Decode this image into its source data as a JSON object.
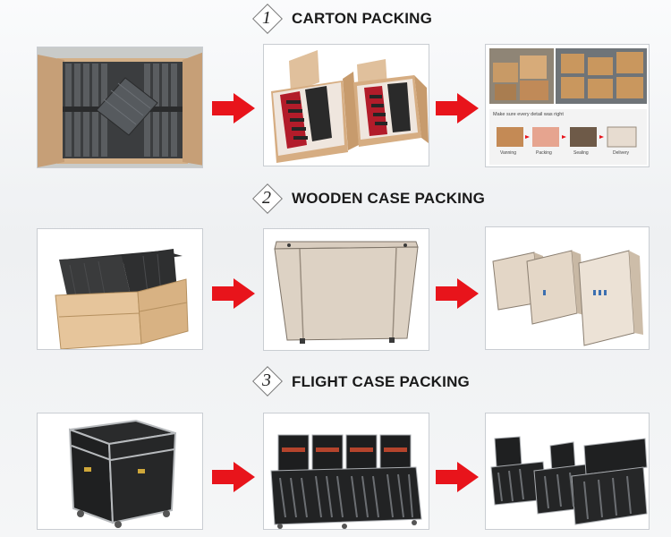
{
  "sections": [
    {
      "number": "1",
      "title": "CARTON PACKING"
    },
    {
      "number": "2",
      "title": "WOODEN CASE PACKING"
    },
    {
      "number": "3",
      "title": "FLIGHT CASE PACKING"
    }
  ],
  "carton_detail": {
    "banner": "Make sure every detail was right",
    "steps": [
      "Vanning",
      "Packing",
      "Sealing",
      "Delivery"
    ]
  },
  "colors": {
    "arrow": "#e8141b",
    "cardboard": "#d9b38c",
    "wood": "#e3c9a4",
    "case": "#1e1f21"
  },
  "icons": [
    "right-arrow-icon"
  ]
}
